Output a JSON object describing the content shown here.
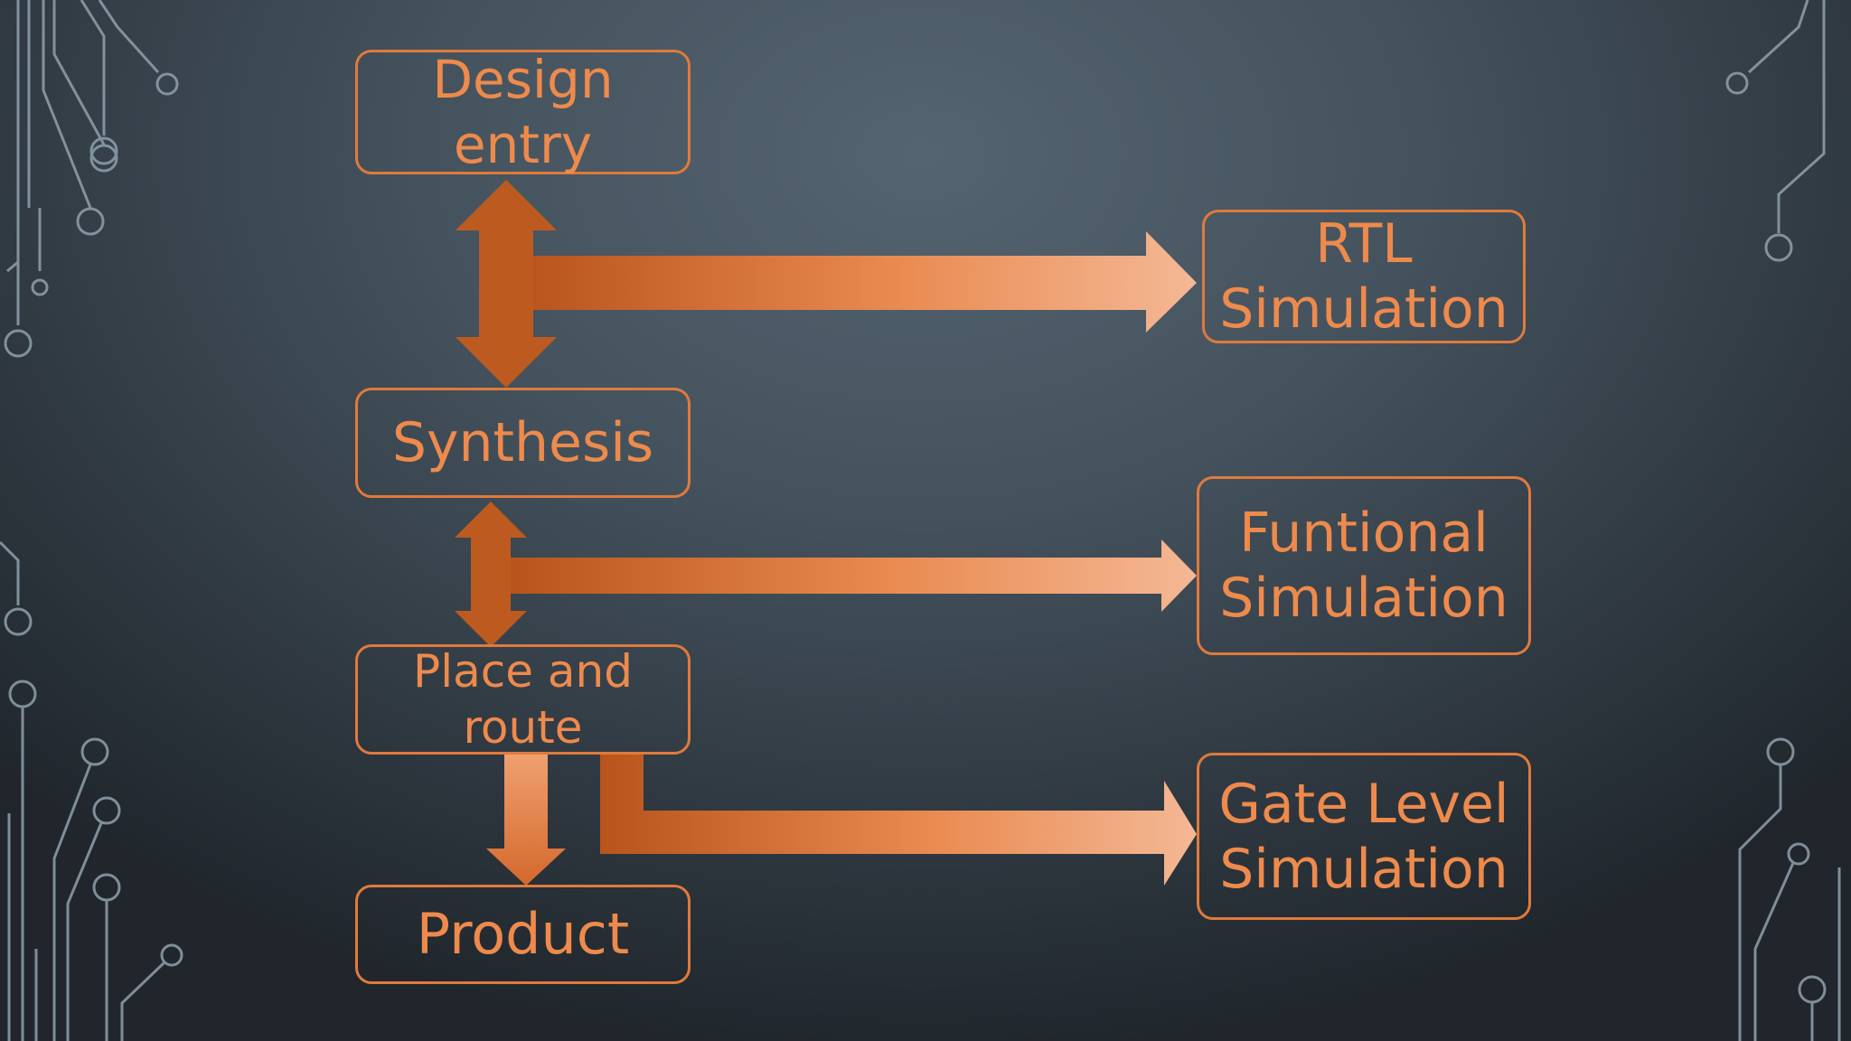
{
  "diagram": {
    "nodes": {
      "design_entry": "Design\nentry",
      "synthesis": "Synthesis",
      "place_and_route": "Place and\nroute",
      "product": "Product",
      "rtl_simulation": "RTL\nSimulation",
      "functional_simulation": "Funtional\nSimulation",
      "gate_level_simulation": "Gate Level\nSimulation"
    },
    "edges": [
      {
        "from": "design_entry",
        "to": "synthesis",
        "type": "bidirectional"
      },
      {
        "from": "design_entry/synthesis",
        "to": "rtl_simulation",
        "type": "directed"
      },
      {
        "from": "synthesis",
        "to": "place_and_route",
        "type": "bidirectional"
      },
      {
        "from": "synthesis/place_and_route",
        "to": "functional_simulation",
        "type": "directed"
      },
      {
        "from": "place_and_route",
        "to": "product",
        "type": "directed"
      },
      {
        "from": "place_and_route",
        "to": "gate_level_simulation",
        "type": "directed"
      }
    ]
  },
  "colors": {
    "background": "#4a5862",
    "accent_orange": "#e07a3c",
    "arrow_dark": "#b8541c",
    "arrow_light": "#f4b895",
    "circuit_lines": "#8fa1ad"
  }
}
